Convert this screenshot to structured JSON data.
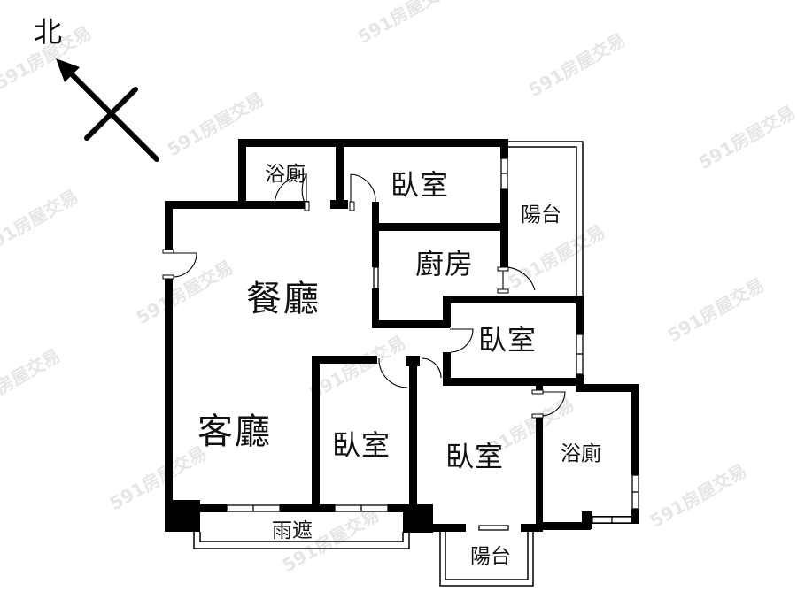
{
  "compass": {
    "label": "北",
    "direction": "north-west"
  },
  "watermark": "591房屋交易",
  "rooms": {
    "bath_top": "浴廁",
    "bedroom_top": "臥室",
    "balcony_east": "陽台",
    "kitchen": "廚房",
    "dining": "餐廳",
    "bedroom_middle_right": "臥室",
    "living": "客廳",
    "bedroom_bottom_left": "臥室",
    "bedroom_bottom_center": "臥室",
    "bath_bottom": "浴廁",
    "canopy": "雨遮",
    "balcony_south": "陽台"
  },
  "colors": {
    "wall": "#000000",
    "background": "#ffffff",
    "watermark": "#e6e6e6",
    "text": "#111111"
  }
}
